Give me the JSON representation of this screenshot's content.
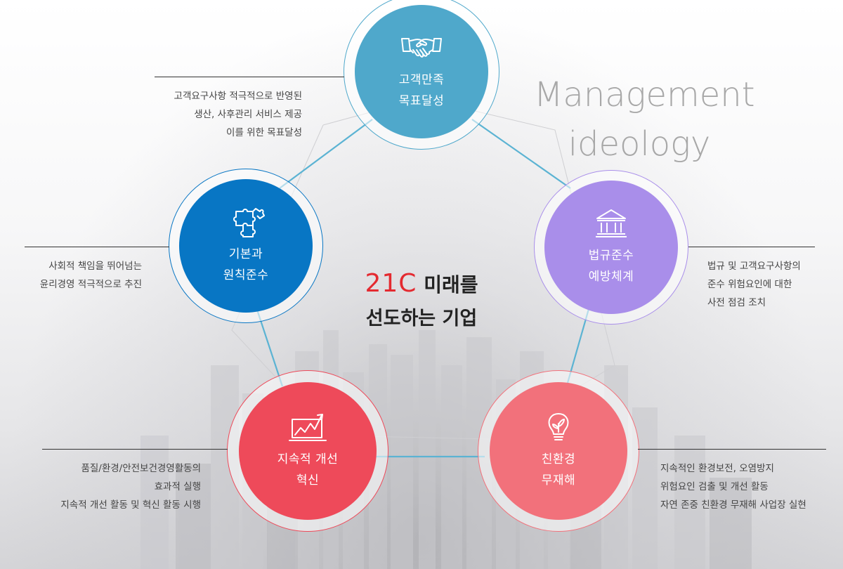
{
  "title": {
    "accent": "21C",
    "line1_rest": "미래를",
    "line2": "선도하는 기업"
  },
  "watermark": {
    "line1": "Management",
    "line2": "ideology"
  },
  "nodes": [
    {
      "id": "customer",
      "icon": "handshake-icon",
      "label": "고객만족\n목표달성",
      "color": "#4fa8cb",
      "description": "고객요구사항 적극적으로 반영된\n생산, 사후관리 서비스 제공\n이를 위한 목표달성"
    },
    {
      "id": "principle",
      "icon": "puzzle-pieces-icon",
      "label": "기본과\n원칙준수",
      "color": "#0876c4",
      "description": "사회적 책임을 뛰어넘는\n윤리경영 적극적으로 추진"
    },
    {
      "id": "compliance",
      "icon": "bank-building-icon",
      "label": "법규준수\n예방체계",
      "color": "#a98eea",
      "description": "법규 및 고객요구사항의\n준수 위험요인에 대한\n사전 점검 조치"
    },
    {
      "id": "innovation",
      "icon": "chart-rising-icon",
      "label": "지속적 개선\n혁신",
      "color": "#ee4a5a",
      "description": "품질/환경/안전보건경영활동의\n효과적 실행\n지속적 개선 활동 및 혁신 활동 시행"
    },
    {
      "id": "environment",
      "icon": "lightbulb-leaf-icon",
      "label": "친환경\n무재해",
      "color": "#f2717b",
      "description": "지속적인 환경보전, 오염방지\n위험요인 검출 및 개선 활동\n자연 존중 친환경 무재해 사업장 실현"
    }
  ]
}
